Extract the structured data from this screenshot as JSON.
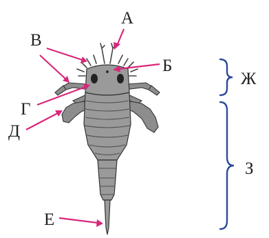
{
  "labels": {
    "a": "А",
    "b": "Б",
    "v": "В",
    "g": "Г",
    "d": "Д",
    "e": "Е",
    "zh": "Ж",
    "z": "З"
  },
  "colors": {
    "arrow": "#d8267a",
    "brace": "#2b4c9a",
    "body": "#9a9a9a",
    "outline": "#333333"
  }
}
